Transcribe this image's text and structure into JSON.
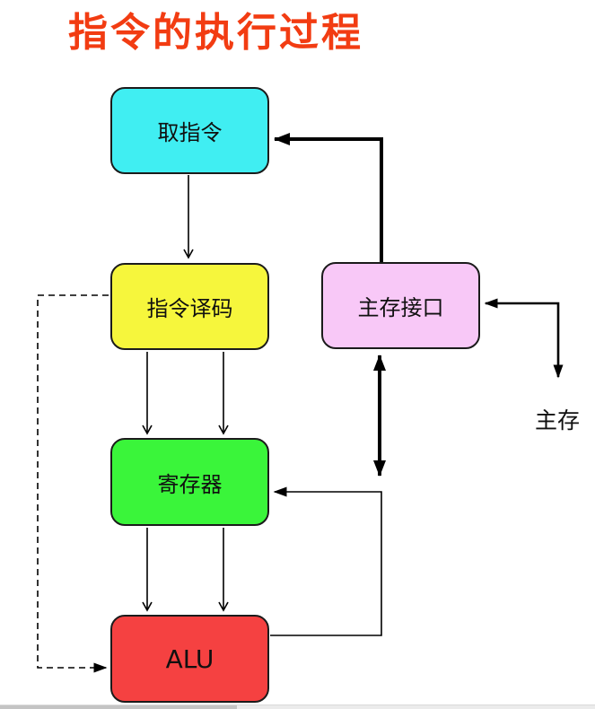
{
  "title": "指令的执行过程",
  "diagram": {
    "nodes": [
      {
        "id": "fetch",
        "label": "取指令",
        "color": "#40eef2"
      },
      {
        "id": "decode",
        "label": "指令译码",
        "color": "#f6f63c"
      },
      {
        "id": "mem_interface",
        "label": "主存接口",
        "color": "#f8c8f7"
      },
      {
        "id": "registers",
        "label": "寄存器",
        "color": "#3af53a"
      },
      {
        "id": "alu",
        "label": "ALU",
        "color": "#f54141"
      }
    ],
    "external_label": "主存",
    "edges": [
      {
        "from": "取指令",
        "to": "指令译码",
        "style": "thin-solid-arrow"
      },
      {
        "from": "指令译码",
        "to": "寄存器",
        "style": "two-thin-solid-arrows"
      },
      {
        "from": "寄存器",
        "to": "ALU",
        "style": "two-thin-solid-arrows"
      },
      {
        "from": "主存接口",
        "to": "取指令",
        "style": "thick-solid-arrow"
      },
      {
        "from": "主存接口",
        "to": "寄存器总线",
        "style": "thick-double-headed-arrow"
      },
      {
        "from": "主存接口",
        "to": "主存",
        "style": "double-headed-arrow"
      },
      {
        "from": "ALU",
        "to": "寄存器",
        "style": "thin-right-side-bus-arrow"
      },
      {
        "from": "指令译码",
        "to": "ALU",
        "style": "dashed-arrow"
      }
    ]
  },
  "colors": {
    "title": "#f23c12",
    "stroke": "#000000",
    "scrollbar_thumb": "#c4c4c4",
    "scrollbar_track": "#ebebeb"
  }
}
